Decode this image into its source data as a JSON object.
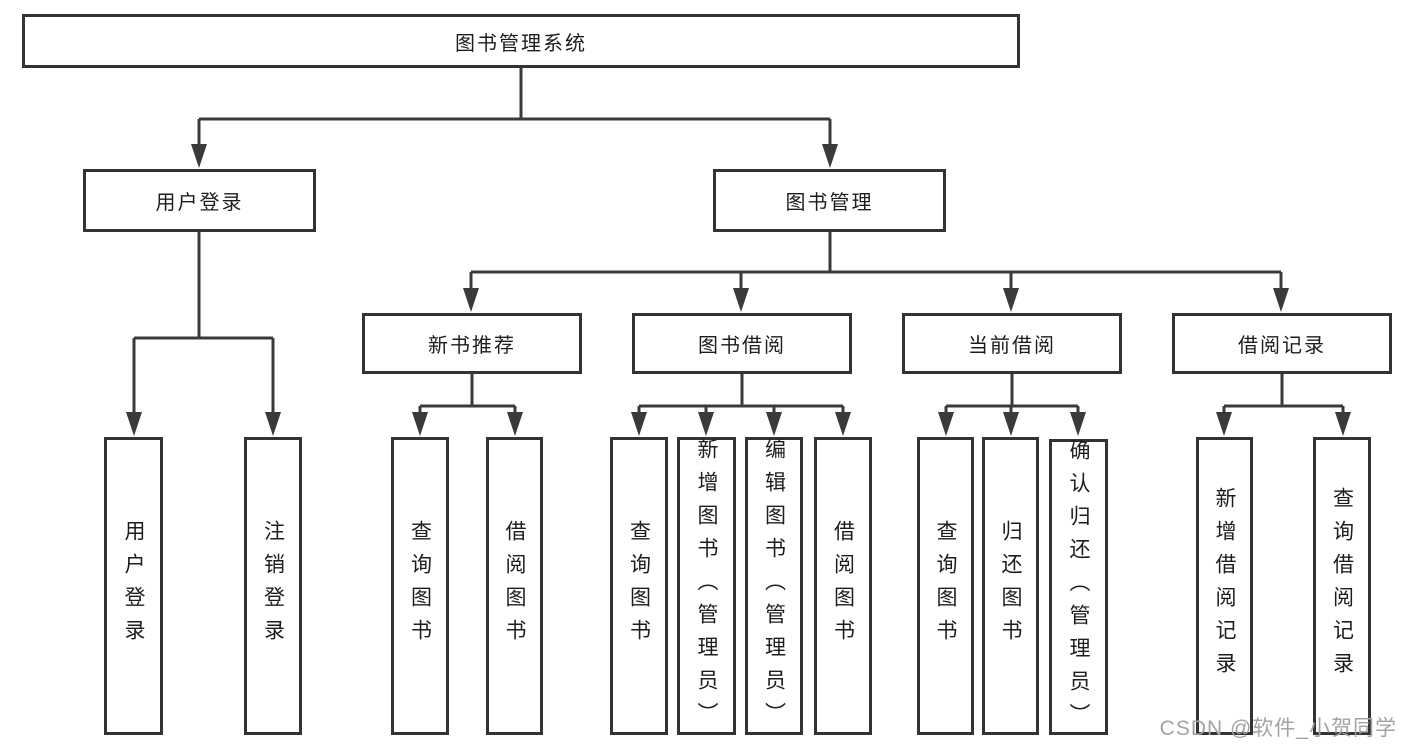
{
  "root": {
    "label": "图书管理系统"
  },
  "level2": [
    {
      "label": "用户登录"
    },
    {
      "label": "图书管理"
    }
  ],
  "level3": [
    {
      "label": "新书推荐"
    },
    {
      "label": "图书借阅"
    },
    {
      "label": "当前借阅"
    },
    {
      "label": "借阅记录"
    }
  ],
  "leaves": [
    {
      "label": "用户登录"
    },
    {
      "label": "注销登录"
    },
    {
      "label": "查询图书"
    },
    {
      "label": "借阅图书"
    },
    {
      "label": "查询图书"
    },
    {
      "label": "新增图书（管理员）"
    },
    {
      "label": "编辑图书（管理员）"
    },
    {
      "label": "借阅图书"
    },
    {
      "label": "查询图书"
    },
    {
      "label": "归还图书"
    },
    {
      "label": "确认归还（管理员）"
    },
    {
      "label": "新增借阅记录"
    },
    {
      "label": "查询借阅记录"
    }
  ],
  "watermark": "CSDN @软件_小贺同学",
  "colors": {
    "line": "#3a3a3a",
    "box_border": "#333333",
    "text": "#1d1d1d",
    "watermark": "#a3a3a3",
    "background": "#ffffff"
  }
}
